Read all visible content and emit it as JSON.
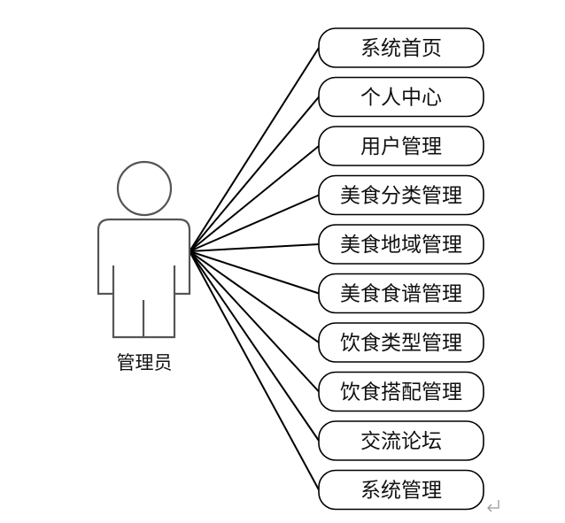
{
  "actor": {
    "label": "管理员",
    "icon": "user-actor-icon"
  },
  "use_cases": [
    {
      "label": "系统首页"
    },
    {
      "label": "个人中心"
    },
    {
      "label": "用户管理"
    },
    {
      "label": "美食分类管理"
    },
    {
      "label": "美食地域管理"
    },
    {
      "label": "美食食谱管理"
    },
    {
      "label": "饮食类型管理"
    },
    {
      "label": "饮食搭配管理"
    },
    {
      "label": "交流论坛"
    },
    {
      "label": "系统管理"
    }
  ],
  "colors": {
    "stroke": "#000000",
    "actor_stroke": "#555555",
    "background": "#ffffff"
  },
  "decorations": {
    "paragraph_mark_icon": "return-arrow-icon"
  }
}
